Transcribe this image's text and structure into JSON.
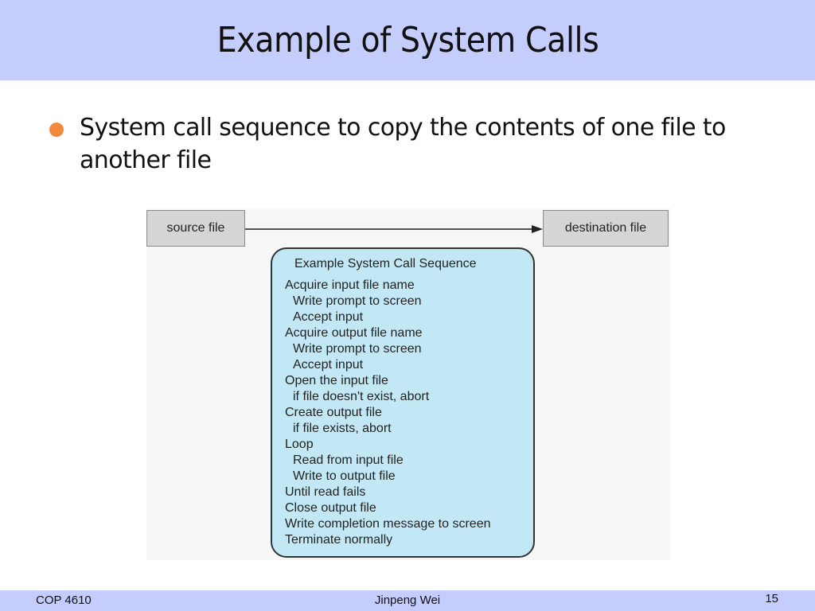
{
  "slide": {
    "title": "Example of System Calls",
    "bullet": "System call sequence to copy the contents of one file to another file"
  },
  "figure": {
    "source_label": "source file",
    "destination_label": "destination  file",
    "sequence_title": "Example System Call Sequence",
    "steps": [
      {
        "text": "Acquire input file name",
        "indent": 0
      },
      {
        "text": "Write prompt to screen",
        "indent": 1
      },
      {
        "text": "Accept input",
        "indent": 1
      },
      {
        "text": "Acquire output file name",
        "indent": 0
      },
      {
        "text": "Write prompt to screen",
        "indent": 1
      },
      {
        "text": "Accept input",
        "indent": 1
      },
      {
        "text": "Open the input file",
        "indent": 0
      },
      {
        "text": "if file doesn't exist, abort",
        "indent": 1
      },
      {
        "text": "Create output file",
        "indent": 0
      },
      {
        "text": "if file exists, abort",
        "indent": 1
      },
      {
        "text": "Loop",
        "indent": 0
      },
      {
        "text": "Read from input file",
        "indent": 1
      },
      {
        "text": "Write to output file",
        "indent": 1
      },
      {
        "text": "Until read fails",
        "indent": 0
      },
      {
        "text": "Close output file",
        "indent": 0
      },
      {
        "text": "Write completion message to screen",
        "indent": 0
      },
      {
        "text": "Terminate normally",
        "indent": 0
      }
    ]
  },
  "footer": {
    "course": "COP 4610",
    "author": "Jinpeng Wei",
    "page_number": "15"
  },
  "colors": {
    "header_band": "#c5cdfd",
    "bullet": "#f28a3c",
    "sequence_fill": "#c2e8f6",
    "file_box_fill": "#d5d5d5"
  }
}
